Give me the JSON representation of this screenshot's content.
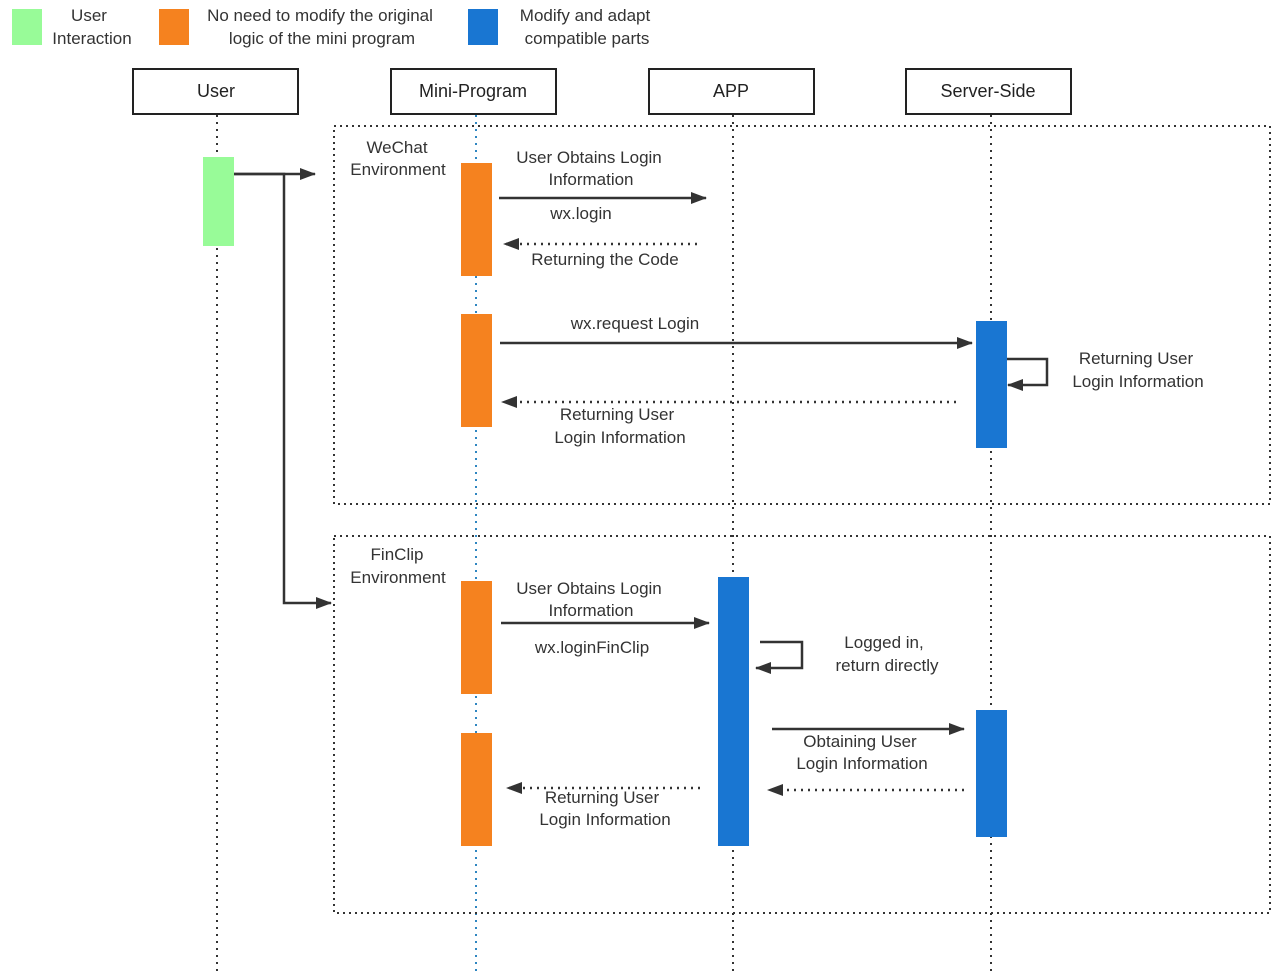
{
  "colors": {
    "user": "#98FB98",
    "unchanged": "#F5821F",
    "adapted": "#1976D2",
    "line": "#333333",
    "lifeline_blue": "#2E86C1"
  },
  "legend": [
    {
      "color_key": "user",
      "line1": "User",
      "line2": "Interaction"
    },
    {
      "color_key": "unchanged",
      "line1": "No need to modify the original",
      "line2": "logic of the mini program"
    },
    {
      "color_key": "adapted",
      "line1": "Modify and adapt",
      "line2": "compatible parts"
    }
  ],
  "participants": [
    "User",
    "Mini-Program",
    "APP",
    "Server-Side"
  ],
  "frames": {
    "wechat": {
      "line1": "WeChat",
      "line2": "Environment"
    },
    "finclip": {
      "line1": "FinClip",
      "line2": "Environment"
    }
  },
  "messages": {
    "wx_user_obtains_1": "User Obtains Login",
    "wx_user_obtains_2": "Information",
    "wx_login": "wx.login",
    "wx_returning_code": "Returning the Code",
    "wx_request_login": "wx.request Login",
    "wx_server_return_1": "Returning User",
    "wx_server_return_2": "Login Information",
    "wx_return_mp_1": "Returning User",
    "wx_return_mp_2": "Login Information",
    "fc_user_obtains_1": "User Obtains Login",
    "fc_user_obtains_2": "Information",
    "fc_login_finclip": "wx.loginFinClip",
    "fc_logged_in_1": "Logged in,",
    "fc_logged_in_2": "return directly",
    "fc_obtaining_1": "Obtaining User",
    "fc_obtaining_2": "Login Information",
    "fc_return_mp_1": "Returning User",
    "fc_return_mp_2": "Login Information"
  }
}
